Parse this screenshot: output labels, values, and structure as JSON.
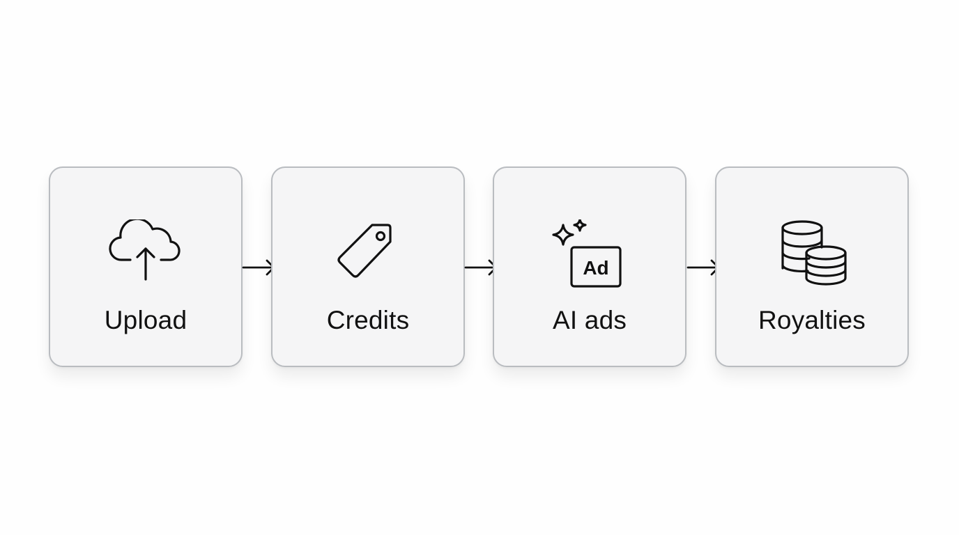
{
  "steps": [
    {
      "label": "Upload",
      "icon": "cloud-upload-icon"
    },
    {
      "label": "Credits",
      "icon": "price-tag-icon"
    },
    {
      "label": "AI ads",
      "icon": "sparkle-ad-icon",
      "icon_text": "Ad"
    },
    {
      "label": "Royalties",
      "icon": "coin-stacks-icon"
    }
  ],
  "connectors": [
    "arrow-right-icon",
    "arrow-right-icon",
    "arrow-right-icon"
  ],
  "colors": {
    "background": "#fefefe",
    "card_fill": "#f5f5f6",
    "card_border": "#b9bcc0",
    "ink": "#111111"
  }
}
